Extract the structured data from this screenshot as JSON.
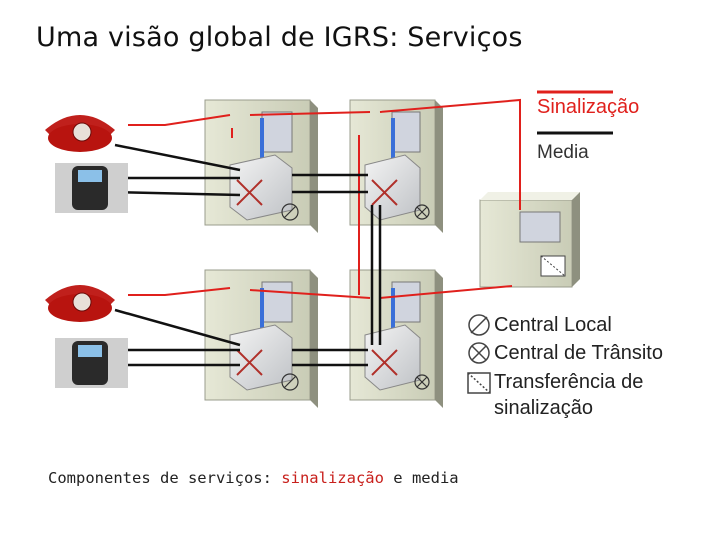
{
  "title": "Uma visão global de IGRS: Serviços",
  "legend": {
    "signaling": "Sinalização",
    "media": "Media",
    "local": "Central Local",
    "transit": "Central de Trânsito",
    "transfer_line1": "Transferência de",
    "transfer_line2": "sinalização"
  },
  "caption": {
    "prefix": "Componentes de serviços: ",
    "highlight": "sinalização",
    "suffix": " e media"
  },
  "colors": {
    "signaling": "#e0201c",
    "media": "#111111",
    "internal_link": "#3a6fd8",
    "exchange_box": "#d9dcc8"
  },
  "icons": [
    "telephone-icon",
    "mobile-phone-icon",
    "switch-cube-icon",
    "central-local-icon",
    "central-transito-icon",
    "transferencia-sinalizacao-icon"
  ]
}
